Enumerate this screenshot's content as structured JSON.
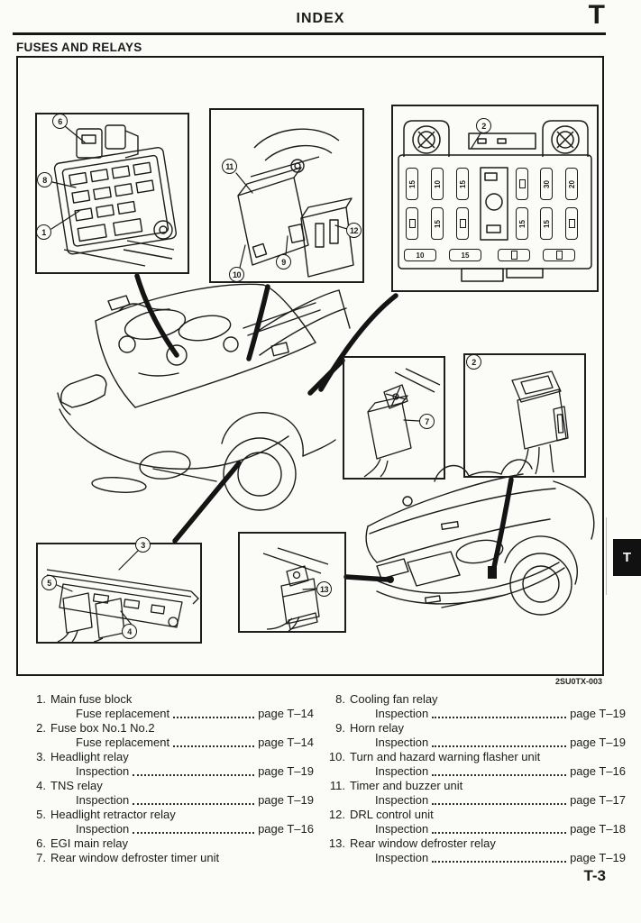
{
  "header": {
    "title": "INDEX",
    "section_letter": "T"
  },
  "section_heading": "FUSES AND RELAYS",
  "figure_code": "2SU0TX-003",
  "side_tab_label": "T",
  "page_number": "T-3",
  "figure": {
    "callouts": [
      "6",
      "8",
      "1",
      "11",
      "10",
      "9",
      "12",
      "2",
      "7",
      "2",
      "3",
      "5",
      "4",
      "13"
    ],
    "fuse_panel": {
      "row1_labels": [
        "15",
        "10",
        "15",
        "",
        "30",
        "20"
      ],
      "row2_labels": [
        "",
        "15",
        "",
        "15",
        "15",
        ""
      ],
      "row3_labels": [
        "10",
        "15",
        "",
        ""
      ]
    }
  },
  "index_items": [
    {
      "num": "1.",
      "title": "Main fuse block",
      "sub": "Fuse replacement",
      "page": "page T–14"
    },
    {
      "num": "2.",
      "title": "Fuse box No.1 No.2",
      "sub": "Fuse replacement",
      "page": "page T–14"
    },
    {
      "num": "3.",
      "title": "Headlight relay",
      "sub": "Inspection",
      "page": "page T–19"
    },
    {
      "num": "4.",
      "title": "TNS relay",
      "sub": "Inspection",
      "page": "page T–19"
    },
    {
      "num": "5.",
      "title": "Headlight retractor relay",
      "sub": "Inspection",
      "page": "page T–16"
    },
    {
      "num": "6.",
      "title": "EGI main relay",
      "sub": null,
      "page": null
    },
    {
      "num": "7.",
      "title": "Rear window defroster timer unit",
      "sub": null,
      "page": null
    },
    {
      "num": "8.",
      "title": "Cooling fan relay",
      "sub": "Inspection",
      "page": "page T–19"
    },
    {
      "num": "9.",
      "title": "Horn relay",
      "sub": "Inspection",
      "page": "page T–19"
    },
    {
      "num": "10.",
      "title": "Turn and hazard warning flasher unit",
      "sub": "Inspection",
      "page": "page T–16"
    },
    {
      "num": "11.",
      "title": "Timer and buzzer unit",
      "sub": "Inspection",
      "page": "page T–17"
    },
    {
      "num": "12.",
      "title": "DRL control unit",
      "sub": "Inspection",
      "page": "page T–18"
    },
    {
      "num": "13.",
      "title": "Rear window defroster relay",
      "sub": "Inspection",
      "page": "page T–19"
    }
  ]
}
